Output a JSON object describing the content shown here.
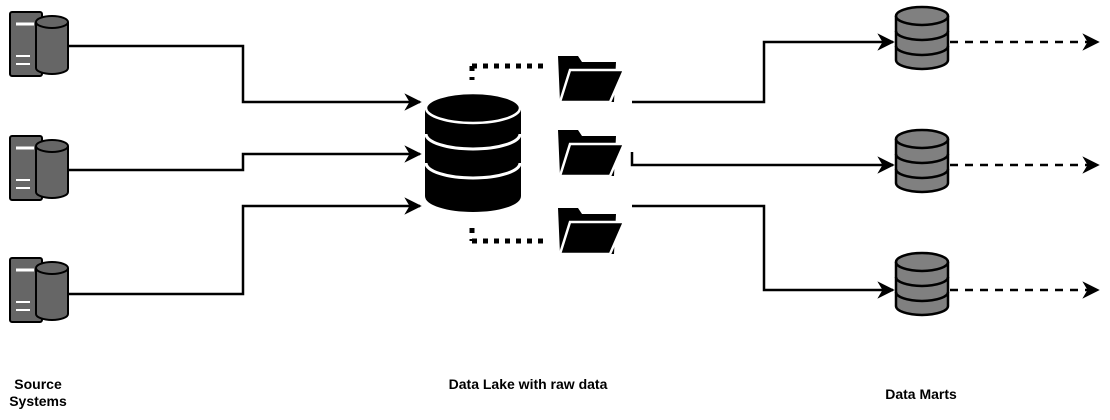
{
  "labels": {
    "source_systems": "Source Systems",
    "data_lake": "Data Lake with raw data",
    "data_marts": "Data Marts"
  },
  "colors": {
    "server_fill": "#666666",
    "lake_fill": "#000000",
    "mart_fill": "#808080",
    "line": "#000000"
  },
  "icons": {
    "source": "server-database-icon",
    "lake": "database-icon",
    "folder": "folder-icon",
    "mart": "database-icon"
  }
}
